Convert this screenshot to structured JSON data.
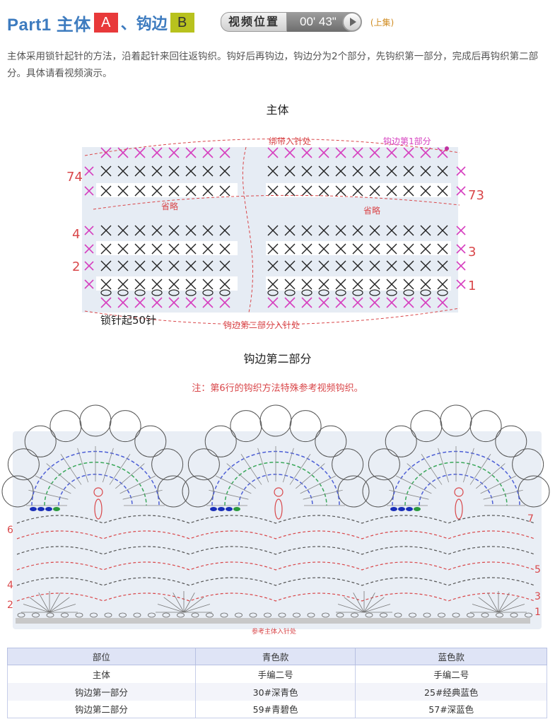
{
  "header": {
    "title": "Part1 主体",
    "badge_a": "A",
    "separator": "、钩边",
    "badge_b": "B",
    "video_label": "视频位置",
    "video_time": "00' 43\"",
    "video_note": "(上集)"
  },
  "description": "主体采用锁针起针的方法，沿着起针来回往返钩织。钩好后再钩边，钩边分为2个部分，先钩织第一部分，完成后再钩织第二部分。具体请看视频演示。",
  "diagram1": {
    "title": "主体",
    "label_top": "绑带入针处",
    "label_edge1": "钩边第1部分",
    "label_omit_left": "省略",
    "label_omit_right": "省略",
    "label_bottom": "钩边第二部分入针处",
    "label_chain": "锁针起50针",
    "row_labels": [
      "74",
      "73",
      "4",
      "3",
      "2",
      "1"
    ]
  },
  "diagram2": {
    "title": "钩边第二部分",
    "note": "注：第6行的钩织方法特殊参考视频钩织。",
    "bottom_label": "参考主体入针处",
    "row_labels": [
      "6",
      "7",
      "5",
      "4",
      "3",
      "2",
      "1"
    ]
  },
  "table": {
    "headers": [
      "部位",
      "青色款",
      "蓝色款"
    ],
    "rows": [
      [
        "主体",
        "手编二号",
        "手编二号"
      ],
      [
        "钩边第一部分",
        "30#深青色",
        "25#经典蓝色"
      ],
      [
        "钩边第二部分",
        "59#青碧色",
        "57#深蓝色"
      ]
    ]
  },
  "colors": {
    "title_blue": "#3d7bbf",
    "badge_red": "#e8393a",
    "badge_green": "#b8c21e",
    "magenta": "#d63fbf",
    "label_red": "#d9474a"
  }
}
